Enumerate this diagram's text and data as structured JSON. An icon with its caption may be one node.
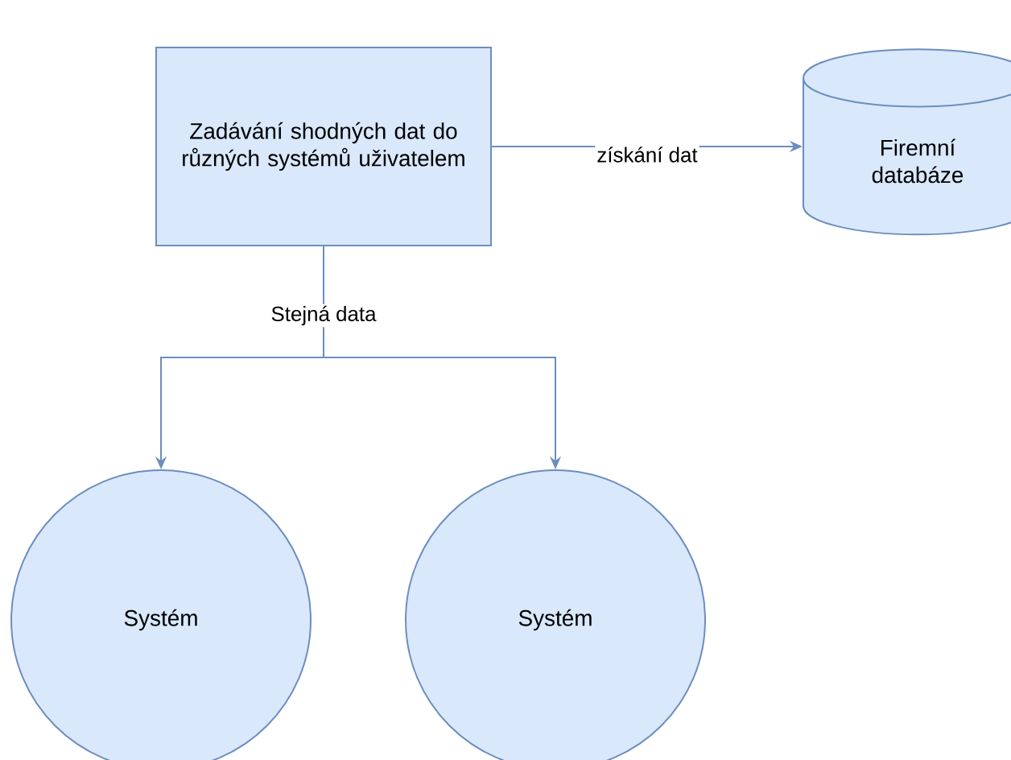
{
  "diagram": {
    "nodes": [
      {
        "text": [
          "Zadávání shodných dat do různých systémů uživatelem"
        ]
      },
      {
        "text": [
          "Firemní databáze"
        ]
      },
      {
        "text": [
          "Systém"
        ]
      },
      {
        "text": [
          "Systém"
        ]
      }
    ],
    "edges": [
      {
        "from": 0,
        "to": 1,
        "arrow": "to",
        "label": "získání dat"
      },
      {
        "from": 0,
        "to": 2,
        "arrow": "to",
        "label": "Stejná data"
      },
      {
        "from": 0,
        "to": 3,
        "arrow": "to"
      }
    ]
  }
}
